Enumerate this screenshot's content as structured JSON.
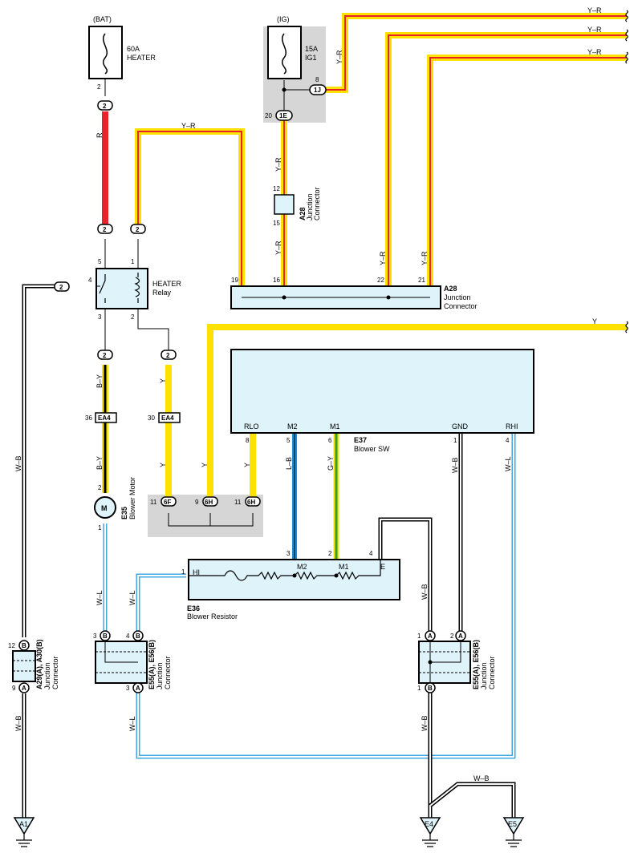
{
  "sources": {
    "bat_label": "(BAT)",
    "ig_label": "(IG)",
    "fuse_heater_amp": "60A",
    "fuse_heater_name": "HEATER",
    "fuse_ig1_amp": "15A",
    "fuse_ig1_name": "IG1"
  },
  "wire_colors": {
    "R": "R",
    "YR": "Y–R",
    "Y": "Y",
    "BY": "B–Y",
    "WB": "W–B",
    "WL": "W–L",
    "LB": "L–B",
    "GY": "G–Y"
  },
  "palette": {
    "red": "#e8242a",
    "yellow": "#ffe100",
    "black": "#000000",
    "blue": "#1b8fd6",
    "lightblue": "#3fa9e0",
    "green": "#2aa536",
    "box_fill": "#dff3fb",
    "gray_area": "#d6d6d6"
  },
  "connectors": {
    "c2": "2",
    "c1J": "1J",
    "c1E": "1E",
    "EA4": "EA4",
    "c6F": "6F",
    "c6H": "6H",
    "A": "A",
    "B": "B"
  },
  "components": {
    "relay_name": "HEATER",
    "relay_sub": "Relay",
    "a28_code": "A28",
    "a28_name_1": "Junction",
    "a28_name_2": "Connector",
    "e37_code": "E37",
    "e37_name": "Blower SW",
    "e36_code": "E36",
    "e36_name": "Blower Resistor",
    "e35_code": "E35",
    "e35_name": "Blower Motor",
    "motor_symbol": "M",
    "a29_code": "A29(A), A30(B)",
    "e55_code": "E55(A), E56(B)",
    "jc_name_1": "Junction",
    "jc_name_2": "Connector"
  },
  "switch_terminals": {
    "rlo": "RLO",
    "m2": "M2",
    "m1": "M1",
    "gnd": "GND",
    "rhi": "RHI"
  },
  "resistor_terminals": {
    "hi": "HI",
    "m2": "M2",
    "m1": "M1",
    "e": "E"
  },
  "grounds": {
    "a1": "A1",
    "e4": "E4",
    "e5": "E5"
  },
  "pins": {
    "p1": "1",
    "p2": "2",
    "p3": "3",
    "p4": "4",
    "p5": "5",
    "p6": "6",
    "p8": "8",
    "p9": "9",
    "p11": "11",
    "p12": "12",
    "p15": "15",
    "p16": "16",
    "p19": "19",
    "p20": "20",
    "p21": "21",
    "p22": "22",
    "p30": "30",
    "p36": "36"
  }
}
